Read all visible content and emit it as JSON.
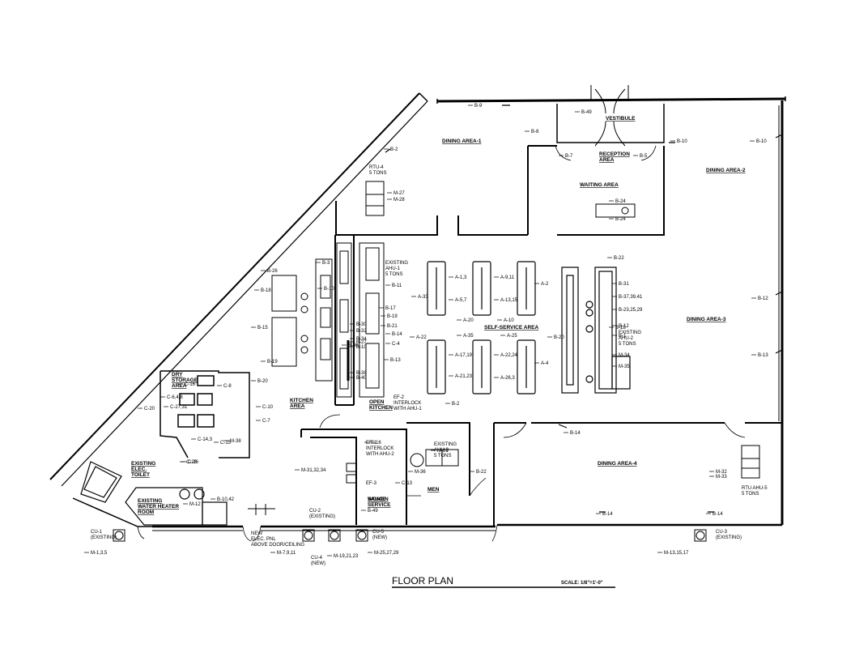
{
  "title": "FLOOR PLAN",
  "scale": "SCALE: 1/8\"=1'-0\"",
  "rooms": [
    {
      "id": "dining1",
      "text": "DINING AREA-1"
    },
    {
      "id": "dining2",
      "text": "DINING AREA-2"
    },
    {
      "id": "dining3",
      "text": "DINING AREA-3"
    },
    {
      "id": "dining4",
      "text": "DINING AREA-4"
    },
    {
      "id": "vestibule",
      "text": "VESTIBULE"
    },
    {
      "id": "waiting",
      "text": "WAITING AREA"
    },
    {
      "id": "reception",
      "text": "RECEPTION\nAREA"
    },
    {
      "id": "selfservice",
      "text": "SELF-SERVICE AREA"
    },
    {
      "id": "kitchen",
      "text": "KITCHEN\nAREA"
    },
    {
      "id": "openkitchen",
      "text": "OPEN\nKITCHEN"
    },
    {
      "id": "women",
      "text": "WOMEN"
    },
    {
      "id": "men",
      "text": "MEN"
    },
    {
      "id": "drystorage",
      "text": "DRY\nSTORAGE\nAREA"
    },
    {
      "id": "elecroom",
      "text": "EXISTING\nELEC.\nTOILET"
    },
    {
      "id": "waterheater",
      "text": "EXISTING\nWATER HEATER\nROOM"
    },
    {
      "id": "sauceserv",
      "text": "SAUCE\nSERVICE"
    }
  ],
  "equipment": [
    {
      "id": "rtu4",
      "text": "RTU-4\n5 TONS"
    },
    {
      "id": "ahu1",
      "text": "EXISTING\nAHU-1\n5 TONS"
    },
    {
      "id": "ahu2",
      "text": "EXISTING\nAHU-2\n5 TONS"
    },
    {
      "id": "ahu3",
      "text": "EXISTING\nAHU-3\n5 TONS"
    },
    {
      "id": "ahu5",
      "text": "RTU AHU-5\n5 TONS"
    },
    {
      "id": "ef2",
      "text": "EF-2\nINTERLOCK\nWITH AHU-1"
    },
    {
      "id": "ef1",
      "text": "EF-1\nINTERLOCK\nWITH AHU-2"
    },
    {
      "id": "ef3",
      "text": "EF-3"
    },
    {
      "id": "cu1",
      "text": "CU-1\n(EXISTING)"
    },
    {
      "id": "cu2",
      "text": "CU-2\n(EXISTING)"
    },
    {
      "id": "cu3",
      "text": "CU-3\n(EXISTING)"
    },
    {
      "id": "cu4",
      "text": "CU-4\n(NEW)"
    },
    {
      "id": "cu5",
      "text": "CU-5\n(NEW)"
    },
    {
      "id": "elecpanel",
      "text": "NEW\nELEC. PNL\nABOVE DOOR/CEILING"
    }
  ],
  "circuits": [
    {
      "id": "c01",
      "text": "B-9"
    },
    {
      "id": "c02",
      "text": "B-8"
    },
    {
      "id": "c03",
      "text": "B-49"
    },
    {
      "id": "c04",
      "text": "B-7"
    },
    {
      "id": "c05",
      "text": "B-5"
    },
    {
      "id": "c06",
      "text": "B-10"
    },
    {
      "id": "c07",
      "text": "B-10"
    },
    {
      "id": "c08",
      "text": "B-2"
    },
    {
      "id": "c09",
      "text": "B-2"
    },
    {
      "id": "c10",
      "text": "B-24"
    },
    {
      "id": "c11",
      "text": "B-24"
    },
    {
      "id": "c12",
      "text": "M-27"
    },
    {
      "id": "c13",
      "text": "M-28"
    },
    {
      "id": "c14",
      "text": "B-22"
    },
    {
      "id": "c15",
      "text": "B-31"
    },
    {
      "id": "c16",
      "text": "B-37,39,41"
    },
    {
      "id": "c17",
      "text": "B-23,25,29"
    },
    {
      "id": "c18",
      "text": "B-12"
    },
    {
      "id": "c19",
      "text": "B-1"
    },
    {
      "id": "c20",
      "text": "M-34"
    },
    {
      "id": "c21",
      "text": "M-35"
    },
    {
      "id": "c22",
      "text": "B-20"
    },
    {
      "id": "c23",
      "text": "B-12"
    },
    {
      "id": "c24",
      "text": "B-13"
    },
    {
      "id": "c25",
      "text": "A-1,3"
    },
    {
      "id": "c26",
      "text": "A-5,7"
    },
    {
      "id": "c27",
      "text": "A-9,11"
    },
    {
      "id": "c28",
      "text": "A-13,15"
    },
    {
      "id": "c29",
      "text": "A-2"
    },
    {
      "id": "c30",
      "text": "A-10"
    },
    {
      "id": "c31",
      "text": "A-20"
    },
    {
      "id": "c32",
      "text": "A-22"
    },
    {
      "id": "c33",
      "text": "A-17,19"
    },
    {
      "id": "c34",
      "text": "A-21,23"
    },
    {
      "id": "c35",
      "text": "A-22,24"
    },
    {
      "id": "c36",
      "text": "A-26,3"
    },
    {
      "id": "c37",
      "text": "A-4"
    },
    {
      "id": "c38",
      "text": "A-33"
    },
    {
      "id": "c39",
      "text": "A-35"
    },
    {
      "id": "c40",
      "text": "A-25"
    },
    {
      "id": "c41",
      "text": "B-14"
    },
    {
      "id": "c42",
      "text": "B-14"
    },
    {
      "id": "c43",
      "text": "B-14"
    },
    {
      "id": "c44",
      "text": "M-32"
    },
    {
      "id": "c45",
      "text": "M-33"
    },
    {
      "id": "c46",
      "text": "B-22"
    },
    {
      "id": "c47",
      "text": "B-16"
    },
    {
      "id": "c48",
      "text": "B-26"
    },
    {
      "id": "c49",
      "text": "B-18"
    },
    {
      "id": "c50",
      "text": "B-15"
    },
    {
      "id": "c51",
      "text": "B-19"
    },
    {
      "id": "c52",
      "text": "B-20"
    },
    {
      "id": "c53",
      "text": "C-7"
    },
    {
      "id": "c54",
      "text": "C-13"
    },
    {
      "id": "c55",
      "text": "B-49"
    },
    {
      "id": "c56",
      "text": "C-8"
    },
    {
      "id": "c57",
      "text": "C-10"
    },
    {
      "id": "c58",
      "text": "C-20"
    },
    {
      "id": "c59",
      "text": "C-6,4,8"
    },
    {
      "id": "c60",
      "text": "C-27,31"
    },
    {
      "id": "c61",
      "text": "C-26"
    },
    {
      "id": "c62",
      "text": "C-14,3"
    },
    {
      "id": "c63",
      "text": "C-15"
    },
    {
      "id": "c64",
      "text": "C-28"
    },
    {
      "id": "c65",
      "text": "M-12"
    },
    {
      "id": "c66",
      "text": "B-10,42"
    },
    {
      "id": "c67",
      "text": "M-1,3,5"
    },
    {
      "id": "c68",
      "text": "M-7,9,11"
    },
    {
      "id": "c69",
      "text": "M-19,21,23"
    },
    {
      "id": "c70",
      "text": "M-25,27,29"
    },
    {
      "id": "c71",
      "text": "M-13,15,17"
    },
    {
      "id": "c72",
      "text": "M-31,32,34"
    },
    {
      "id": "c73",
      "text": "B-3"
    },
    {
      "id": "c74",
      "text": "B-10"
    },
    {
      "id": "c75",
      "text": "B-11"
    },
    {
      "id": "c76",
      "text": "B-30"
    },
    {
      "id": "c77",
      "text": "B-32"
    },
    {
      "id": "c78",
      "text": "B-34"
    },
    {
      "id": "c79",
      "text": "B-27"
    },
    {
      "id": "c80",
      "text": "B-10"
    },
    {
      "id": "c81",
      "text": "B-13"
    },
    {
      "id": "c82",
      "text": "B-38"
    },
    {
      "id": "c83",
      "text": "B-40"
    },
    {
      "id": "c84",
      "text": "B-36"
    },
    {
      "id": "c85",
      "text": "B-17"
    },
    {
      "id": "c86",
      "text": "B-19"
    },
    {
      "id": "c87",
      "text": "B-21"
    },
    {
      "id": "c88",
      "text": "B-14"
    },
    {
      "id": "c89",
      "text": "C-4"
    },
    {
      "id": "c90",
      "text": "C-16"
    },
    {
      "id": "c91",
      "text": "M-38"
    },
    {
      "id": "c92",
      "text": "M-36"
    },
    {
      "id": "c93",
      "text": "M-31"
    },
    {
      "id": "c94",
      "text": "B-18"
    }
  ]
}
